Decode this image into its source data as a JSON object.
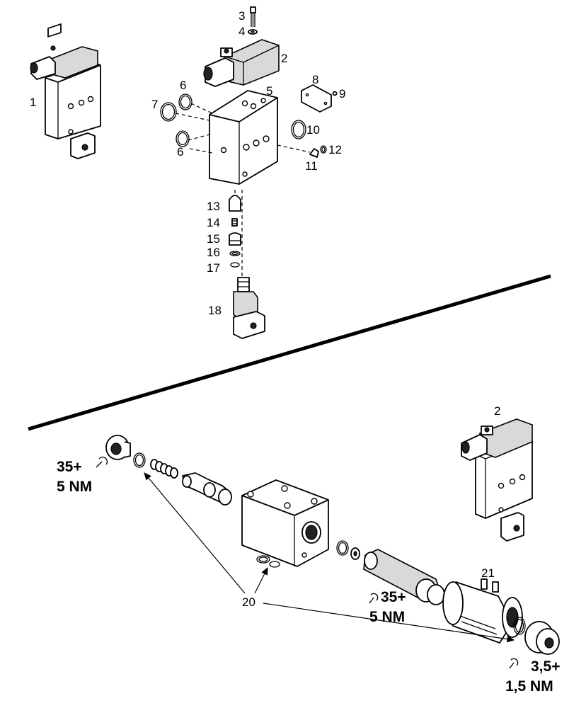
{
  "callouts": {
    "c1": "1",
    "c2": "2",
    "c3": "3",
    "c4": "4",
    "c5": "5",
    "c6a": "6",
    "c6b": "6",
    "c7": "7",
    "c8": "8",
    "c9": "9",
    "c10": "10",
    "c11": "11",
    "c12": "12",
    "c13": "13",
    "c14": "14",
    "c15": "15",
    "c16": "16",
    "c17": "17",
    "c18": "18",
    "c2b": "2",
    "c20": "20",
    "c21": "21"
  },
  "torques": {
    "left": {
      "line1": "35+",
      "line2": "5 NM"
    },
    "mid": {
      "line1": "35+",
      "line2": "5 NM"
    },
    "right": {
      "line1": "3,5+",
      "line2": "1,5 NM"
    }
  },
  "icons": {
    "torque": "torque-wrench-icon"
  }
}
